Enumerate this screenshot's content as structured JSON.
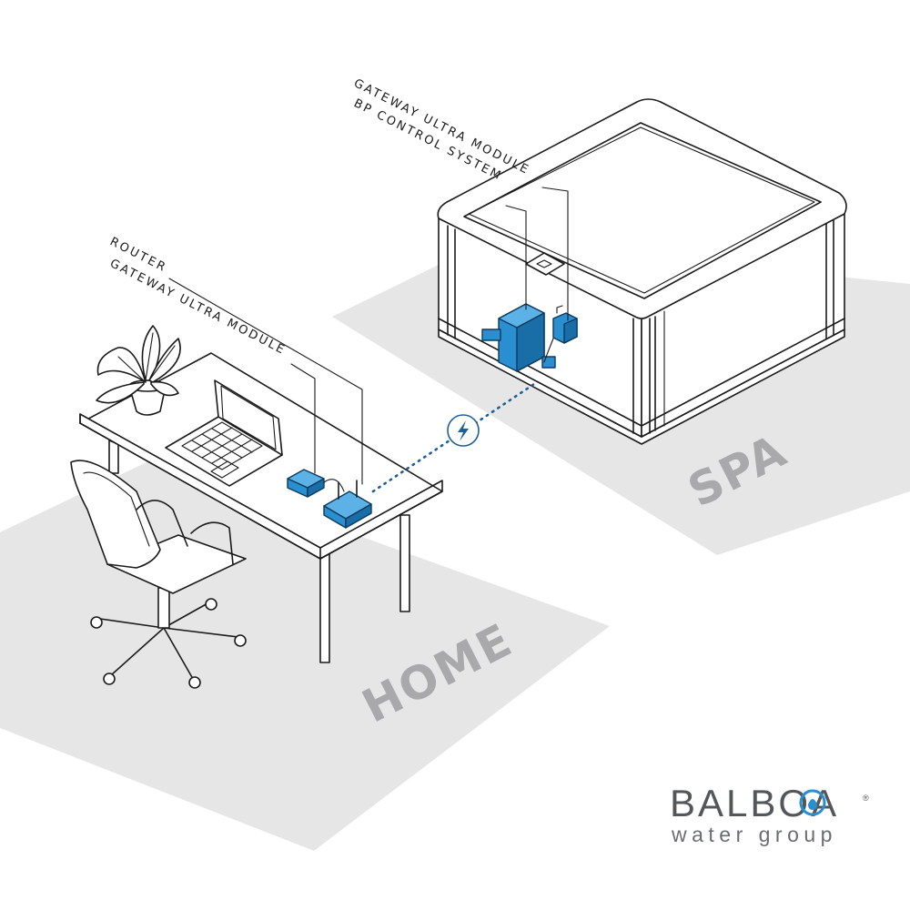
{
  "labels": {
    "spa_module": "GATEWAY ULTRA MODULE",
    "bp_control": "BP CONTROL SYSTEM",
    "router": "ROUTER",
    "home_module": "GATEWAY ULTRA MODULE"
  },
  "zones": {
    "spa": "SPA",
    "home": "HOME"
  },
  "brand": {
    "name": "BALBOA",
    "tagline": "water group",
    "mark": "®"
  },
  "colors": {
    "floor": "#e6e6e7",
    "zone_text": "#a9a9ab",
    "device_blue": "#2a8fd1",
    "device_blue_dark": "#1a6ea8",
    "link_dots": "#1d5f99",
    "brand_text": "#54575a",
    "brand_accent": "#2a8fd1"
  },
  "icons": {
    "wireless_link": "lightning-icon",
    "logo_mark": "water-drop-icon"
  }
}
